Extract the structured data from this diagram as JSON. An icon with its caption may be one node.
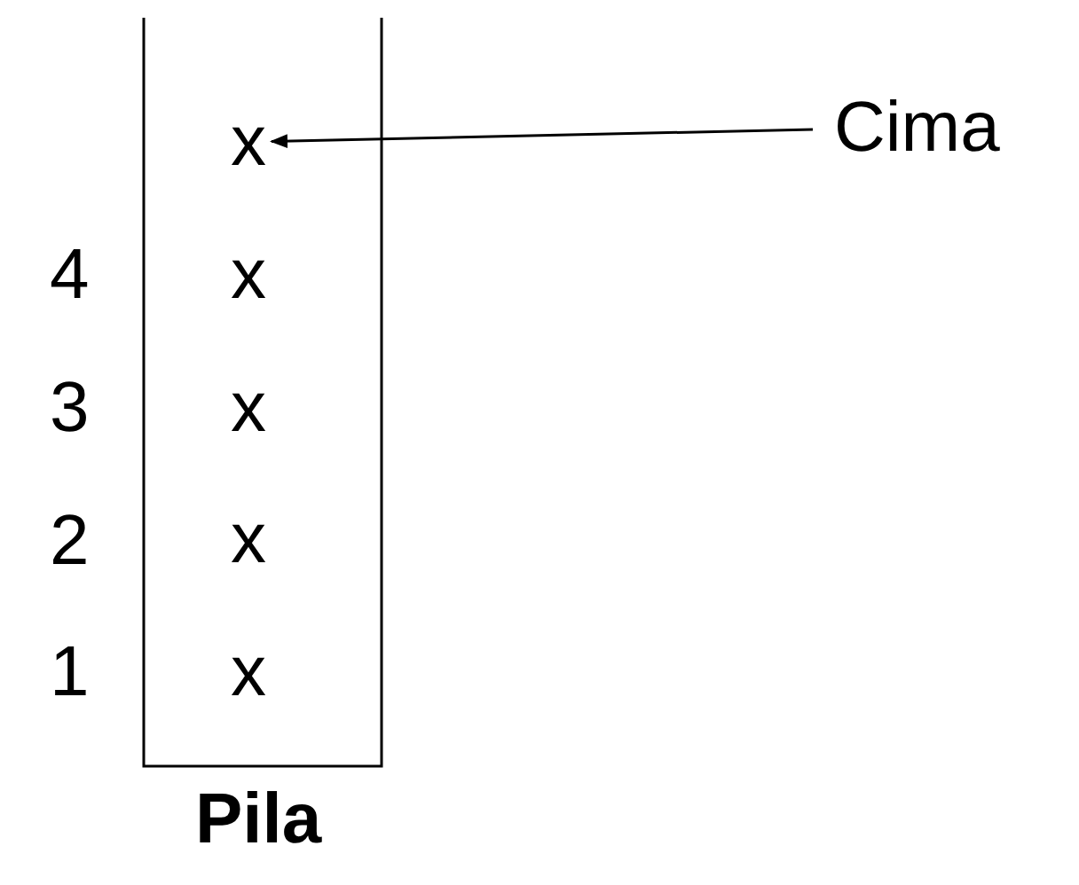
{
  "diagram": {
    "nodes": [
      {
        "text": [
          "Pila"
        ]
      },
      {
        "text": [
          "x"
        ],
        "in": 0
      },
      {
        "text": [
          "x"
        ],
        "in": 0
      },
      {
        "text": [
          "x"
        ],
        "in": 0
      },
      {
        "text": [
          "x"
        ],
        "in": 0
      },
      {
        "text": [
          "x"
        ],
        "in": 0
      },
      {
        "text": [
          "Cima"
        ]
      }
    ],
    "edges": [
      {
        "from": 6,
        "to": 1,
        "arrow": "to"
      }
    ],
    "labels": [
      "4",
      "3",
      "2",
      "1"
    ]
  }
}
